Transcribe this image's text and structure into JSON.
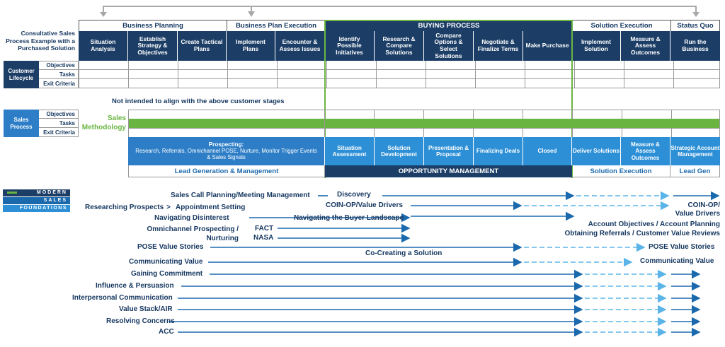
{
  "example_title": "Consultative Sales Process Example with a Purchased Solution",
  "groups": [
    "Business Planning",
    "Business Plan Execution",
    "BUYING PROCESS",
    "Solution Execution",
    "Status Quo"
  ],
  "stages": [
    "Situation Analysis",
    "Establish Strategy & Objectives",
    "Create Tactical Plans",
    "Implement Plans",
    "Encounter & Assess Issues",
    "Identify Possible Initiatives",
    "Research & Compare Solutions",
    "Compare Options & Select Solutions",
    "Negotiate & Finalize Terms",
    "Make Purchase",
    "Implement Solution",
    "Measure & Assess Outcomes",
    "Run the Business"
  ],
  "customer_lifecycle_label": "Customer Lifecycle",
  "sales_process_label": "Sales Process",
  "row_labels": [
    "Objectives",
    "Tasks",
    "Exit Criteria"
  ],
  "not_aligned_note": "Not intended to align with the above customer stages",
  "sales_methodology_label": "Sales Methodology",
  "prospecting": {
    "title": "Prospecting:",
    "detail": "Research, Referrals, Omnichannel POSE, Nurture, Monitor Trigger Events & Sales Signals"
  },
  "sales_stages": [
    "Situation Assessment",
    "Solution Development",
    "Presentation & Proposal",
    "Finalizing Deals",
    "Closed",
    "Deliver Solutions",
    "Measure & Assess Outcomes",
    "Strategic Account Management"
  ],
  "bottom_groups": [
    "Lead Generation & Management",
    "OPPORTUNITY MANAGEMENT",
    "Solution Execution",
    "Lead Gen"
  ],
  "logo": [
    "MODERN",
    "SALES",
    "FOUNDATIONS"
  ],
  "skills": {
    "sales_call_planning": "Sales Call Planning/Meeting Management",
    "discovery": "Discovery",
    "researching_prospects": "Researching Prospects",
    "gt": ">",
    "appointment_setting": "Appointment Setting",
    "coin_op": "COIN-OP/Value Drivers",
    "coin_op_end": "COIN-OP/ Value Drivers",
    "navigating_disinterest": "Navigating Disinterest",
    "navigating_buyer": "Navigating the Buyer Landscape",
    "omnichannel": "Omnichannel Prospecting / Nurturing",
    "fact": "FACT",
    "nasa": "NASA",
    "account_objectives": "Account Objectives / Account Planning",
    "obtaining_referrals": "Obtaining Referrals / Customer Value Reviews",
    "pose": "POSE Value Stories",
    "pose_end": "POSE Value Stories",
    "co_creating": "Co-Creating a Solution",
    "communicating": "Communicating Value",
    "communicating_end": "Communicating Value",
    "gaining": "Gaining Commitment",
    "influence": "Influence & Persuasion",
    "interpersonal": "Interpersonal Communication",
    "value_stack": "Value Stack/AIR",
    "resolving": "Resolving Concerns",
    "acc": "ACC"
  },
  "colors": {
    "navy": "#1c3e66",
    "blue": "#2d8fd6",
    "green": "#6ab542",
    "arrow_blue": "#1b69ad",
    "dashed_blue": "#5ab4e8"
  }
}
